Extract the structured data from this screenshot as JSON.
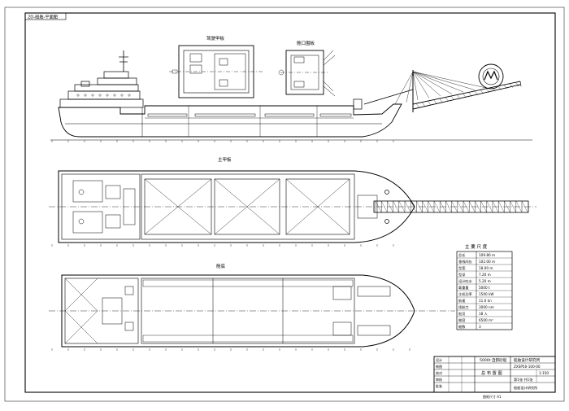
{
  "drawing": {
    "tab_label": "2D-船舶-平面图",
    "view_titles": {
      "deck_plan": "主甲板",
      "hold_plan": "舱底",
      "section_a": "驾驶甲板",
      "section_b": "舱口围板"
    },
    "specs": {
      "title": "主 要 尺 度",
      "rows": [
        {
          "k": "总长",
          "v": "109.80 m"
        },
        {
          "k": "垂线间长",
          "v": "102.00 m"
        },
        {
          "k": "型宽",
          "v": "18.00 m"
        },
        {
          "k": "型深",
          "v": "7.20 m"
        },
        {
          "k": "设计吃水",
          "v": "5.20 m"
        },
        {
          "k": "载重量",
          "v": "5000 t"
        },
        {
          "k": "主机功率",
          "v": "1500 kW"
        },
        {
          "k": "航速",
          "v": "11.0 kn"
        },
        {
          "k": "续航力",
          "v": "3000 nm"
        },
        {
          "k": "船员",
          "v": "18 人"
        },
        {
          "k": "舱容",
          "v": "6500 m³"
        },
        {
          "k": "舱数",
          "v": "3"
        }
      ]
    },
    "title_block": {
      "project": "5000t 自卸砂船",
      "drawing_name": "总 布 置 图",
      "drawing_no": "ZXSP50-100-00",
      "sheet": "第1张 共1张",
      "company": "船舶设计研究所",
      "scale": "1:150",
      "labels": [
        "设计",
        "制图",
        "校对",
        "审核",
        "批准"
      ]
    },
    "footer_note": "图纸尺寸 A1"
  }
}
